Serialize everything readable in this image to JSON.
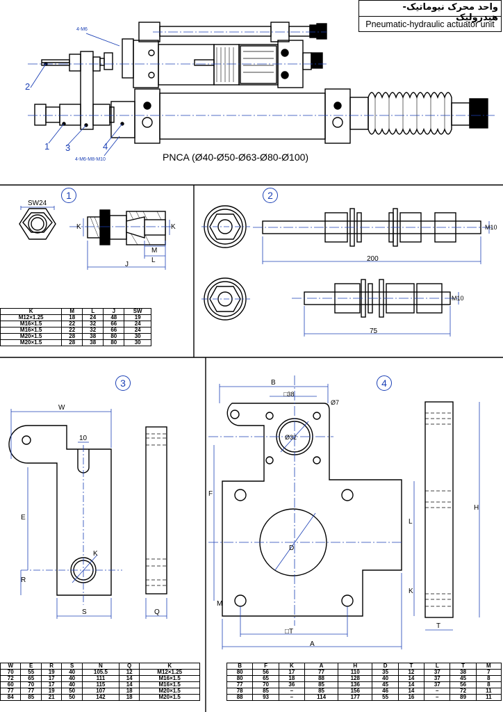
{
  "title": {
    "persian": "واحد محرک نیوماتیک-هیدرولیک",
    "english": "Pneumatic-hydraulic actuator unit"
  },
  "main_caption": "PNCA (Ø40-Ø50-Ø63-Ø80-Ø100)",
  "callouts": {
    "c1": "1",
    "c2": "2",
    "c3": "3",
    "c4": "4",
    "bolt_top": "4-M6",
    "bolt_bottom": "4-M6-M8-M10"
  },
  "detail_numbers": [
    "1",
    "2",
    "3",
    "4"
  ],
  "detail1": {
    "sw_label": "SW24",
    "k_label": "K",
    "k2_label": "K",
    "m_label": "M",
    "l_label": "L",
    "j_label": "J"
  },
  "detail2": {
    "m10_a": "M10",
    "dim_200": "200",
    "m10_b": "M10",
    "dim_75": "75"
  },
  "detail3": {
    "w_label": "W",
    "dim_10": "10",
    "e_label": "E",
    "r_label": "R",
    "k_label": "K",
    "s_label": "S",
    "q_label": "Q"
  },
  "detail4": {
    "b_label": "B",
    "sq38": "□38",
    "phi7": "Ø7",
    "phi32": "Ø32",
    "f_label": "F",
    "d_label": "D",
    "h_label": "H",
    "l_label": "L",
    "k_label": "K",
    "m_label": "M",
    "t_label": "□T",
    "a_label": "A",
    "t2_label": "T"
  },
  "table1": {
    "headers": [
      "K",
      "M",
      "L",
      "J",
      "SW"
    ],
    "rows": [
      [
        "M12×1.25",
        "18",
        "24",
        "48",
        "19"
      ],
      [
        "M16×1.5",
        "22",
        "32",
        "66",
        "24"
      ],
      [
        "M16×1.5",
        "22",
        "32",
        "66",
        "24"
      ],
      [
        "M20×1.5",
        "28",
        "38",
        "80",
        "30"
      ],
      [
        "M20×1.5",
        "28",
        "38",
        "80",
        "30"
      ]
    ]
  },
  "table3": {
    "headers": [
      "W",
      "E",
      "R",
      "S",
      "N",
      "Q",
      "K"
    ],
    "rows": [
      [
        "70",
        "55",
        "19",
        "40",
        "105.5",
        "12",
        "M12×1.25"
      ],
      [
        "72",
        "65",
        "17",
        "40",
        "111",
        "14",
        "M16×1.5"
      ],
      [
        "60",
        "70",
        "17",
        "40",
        "115",
        "14",
        "M16×1.5"
      ],
      [
        "77",
        "77",
        "19",
        "50",
        "107",
        "18",
        "M20×1.5"
      ],
      [
        "84",
        "85",
        "21",
        "50",
        "142",
        "18",
        "M20×1.5"
      ]
    ]
  },
  "table4": {
    "headers": [
      "B",
      "F",
      "K",
      "A",
      "H",
      "D",
      "T",
      "L",
      "T",
      "M"
    ],
    "rows": [
      [
        "80",
        "56",
        "17",
        "77",
        "110",
        "35",
        "12",
        "37",
        "38",
        "7"
      ],
      [
        "80",
        "65",
        "18",
        "88",
        "128",
        "40",
        "14",
        "37",
        "45",
        "8"
      ],
      [
        "77",
        "70",
        "36",
        "85",
        "136",
        "45",
        "14",
        "37",
        "56",
        "8"
      ],
      [
        "78",
        "85",
        "–",
        "85",
        "156",
        "46",
        "14",
        "–",
        "72",
        "11"
      ],
      [
        "88",
        "93",
        "–",
        "114",
        "177",
        "55",
        "16",
        "–",
        "89",
        "11"
      ]
    ]
  }
}
